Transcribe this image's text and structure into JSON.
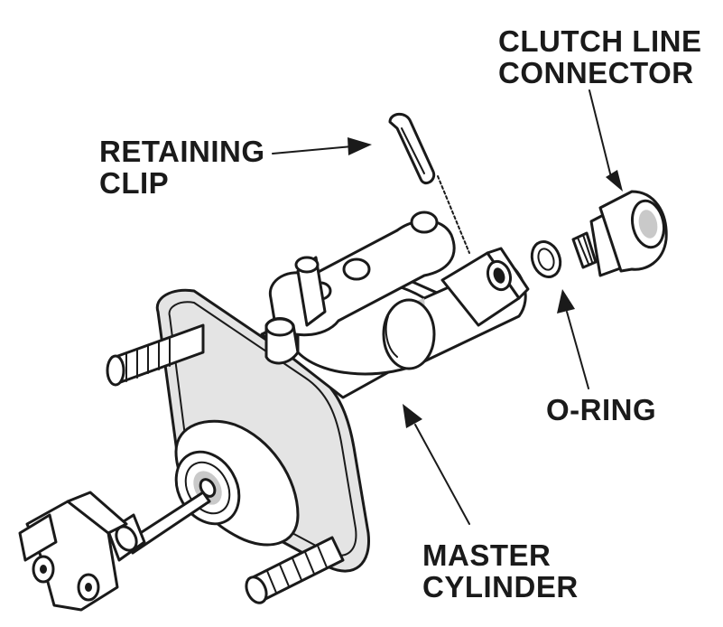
{
  "diagram": {
    "labels": {
      "clutch_line_connector": [
        "CLUTCH LINE",
        "CONNECTOR"
      ],
      "retaining_clip": [
        "RETAINING",
        "CLIP"
      ],
      "o_ring": "O-RING",
      "master_cylinder": [
        "MASTER",
        "CYLINDER"
      ]
    },
    "colors": {
      "line": "#1a1a1a",
      "background": "#ffffff",
      "shade": "#c9c9c9"
    }
  }
}
